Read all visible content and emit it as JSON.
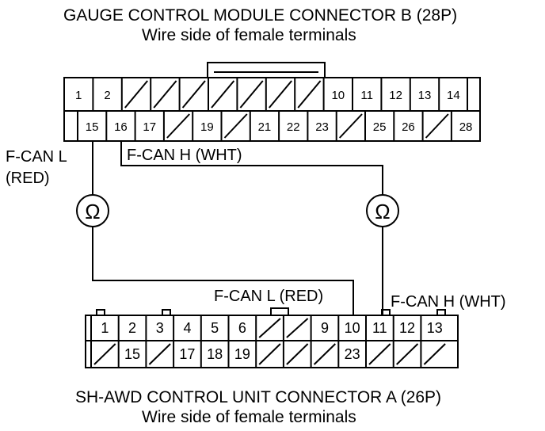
{
  "top_connector": {
    "title": "GAUGE CONTROL MODULE CONNECTOR B (28P)",
    "subtitle": "Wire side of female terminals",
    "row1": [
      "1",
      "2",
      "",
      "",
      "",
      "",
      "",
      "",
      "",
      "10",
      "11",
      "12",
      "13",
      "14"
    ],
    "row2": [
      "15",
      "16",
      "17",
      "",
      "19",
      "",
      "21",
      "22",
      "23",
      "",
      "25",
      "26",
      "",
      "28"
    ]
  },
  "bottom_connector": {
    "title": "SH-AWD CONTROL UNIT CONNECTOR A (26P)",
    "subtitle": "Wire side of female terminals",
    "row1": [
      "1",
      "2",
      "3",
      "4",
      "5",
      "6",
      "",
      "",
      "9",
      "10",
      "11",
      "12",
      "13"
    ],
    "row2": [
      "",
      "15",
      "",
      "17",
      "18",
      "19",
      "",
      "",
      "",
      "23",
      "",
      "",
      ""
    ]
  },
  "wires": {
    "fcan_l_top": "F-CAN L",
    "fcan_l_top_color": "(RED)",
    "fcan_h_top": "F-CAN H (WHT)",
    "fcan_l_bottom": "F-CAN L (RED)",
    "fcan_h_bottom": "F-CAN H (WHT)"
  },
  "meter_symbol": "Ω"
}
